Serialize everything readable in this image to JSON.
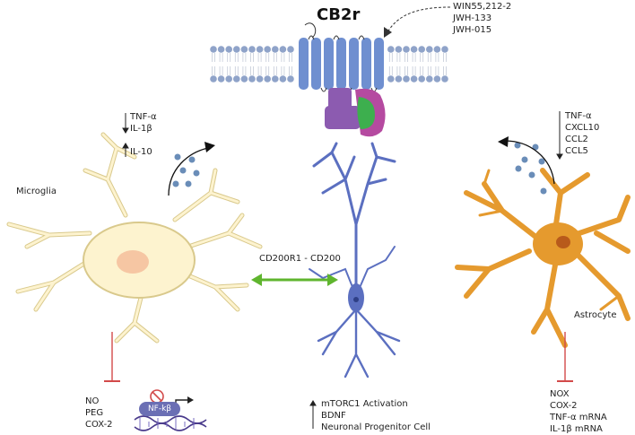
{
  "receptor": {
    "title": "CB2r",
    "agonists": [
      "WIN55,212-2",
      "JWH-133",
      "JWH-015"
    ]
  },
  "microglia": {
    "label": "Microglia",
    "down": [
      "TNF-α",
      "IL-1β"
    ],
    "up": [
      "IL-10"
    ],
    "inhibited": [
      "NO",
      "PEG",
      "COX-2"
    ],
    "nfkb_label": "NF-kβ"
  },
  "astrocyte": {
    "label": "Astrocyte",
    "down": [
      "TNF-α",
      "CXCL10",
      "CCL2",
      "CCL5"
    ],
    "inhibited": [
      "NOX",
      "COX-2",
      "TNF-α mRNA",
      "IL-1β mRNA"
    ]
  },
  "neuron": {
    "interaction_label": "CD200R1 - CD200",
    "up": [
      "mTORC1 Activation",
      "BDNF",
      "Neuronal Progenitor Cell"
    ]
  },
  "colors": {
    "membrane": "#8fa3c9",
    "receptor": "#6f8fd0",
    "microglia_fill": "#fdf3cf",
    "microglia_stroke": "#d9c98c",
    "microglia_nucleus": "#f6c6a3",
    "astrocyte": "#e59a2e",
    "astrocyte_nucleus": "#b85a1b",
    "neuron": "#5b6fc0",
    "arrow_green": "#5fb52e",
    "inhibit_red": "#d24a4a",
    "gprotein_purple": "#8c5bb0",
    "gprotein_green": "#3daf4e",
    "gprotein_magenta": "#b54aa0",
    "cytokine": "#6a8db8"
  }
}
